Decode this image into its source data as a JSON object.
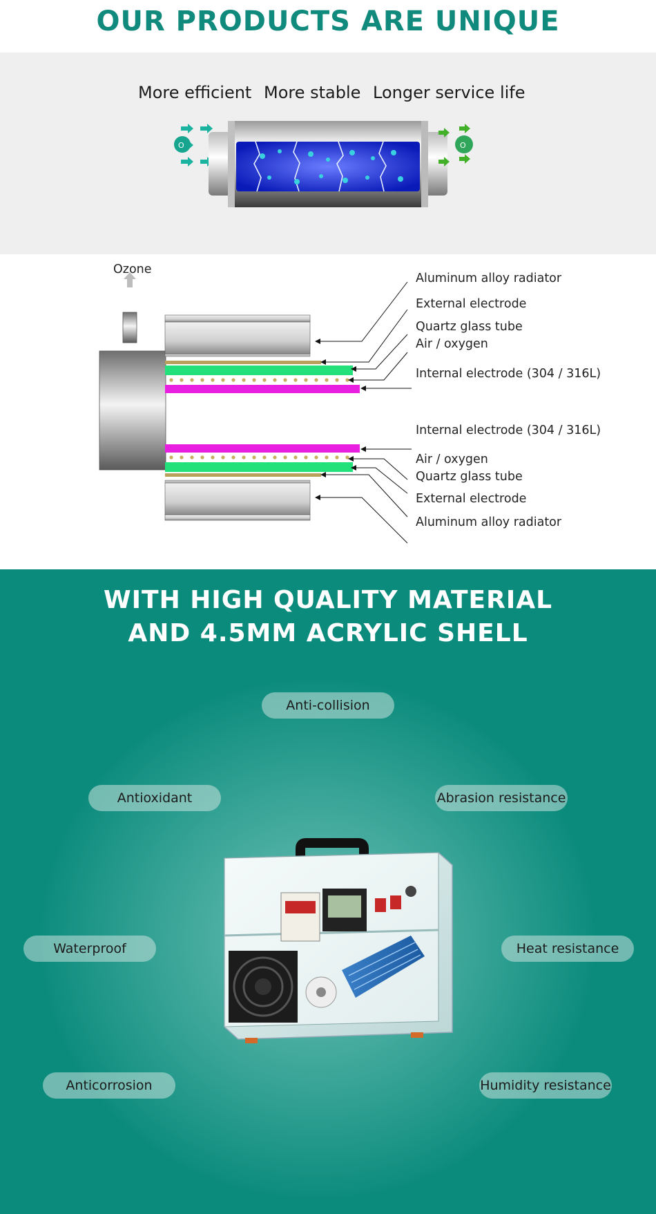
{
  "header": {
    "title": "OUR PRODUCTS ARE UNIQUE"
  },
  "features": [
    "More efficient",
    "More stable",
    "Longer service life"
  ],
  "diagram": {
    "ozone": "Ozone",
    "labels_top": [
      "Aluminum alloy radiator",
      "External electrode",
      "Quartz glass tube",
      "Air / oxygen",
      "Internal electrode (304 / 316L)"
    ],
    "labels_bottom": [
      "Internal electrode (304 / 316L)",
      "Air / oxygen",
      "Quartz glass tube",
      "External electrode",
      "Aluminum alloy radiator"
    ],
    "colors": {
      "electrode_outer": "#b8a15a",
      "quartz": "#22e07a",
      "inner": "#e81fe0"
    }
  },
  "material": {
    "title_line1": "WITH HIGH QUALITY MATERIAL",
    "title_line2": "AND 4.5MM ACRYLIC SHELL",
    "properties": [
      "Anti-collision",
      "Antioxidant",
      "Abrasion resistance",
      "Waterproof",
      "Heat resistance",
      "Anticorrosion",
      "Humidity resistance"
    ]
  },
  "colors": {
    "brand": "#108a7c",
    "band": "#0b8b7c"
  }
}
